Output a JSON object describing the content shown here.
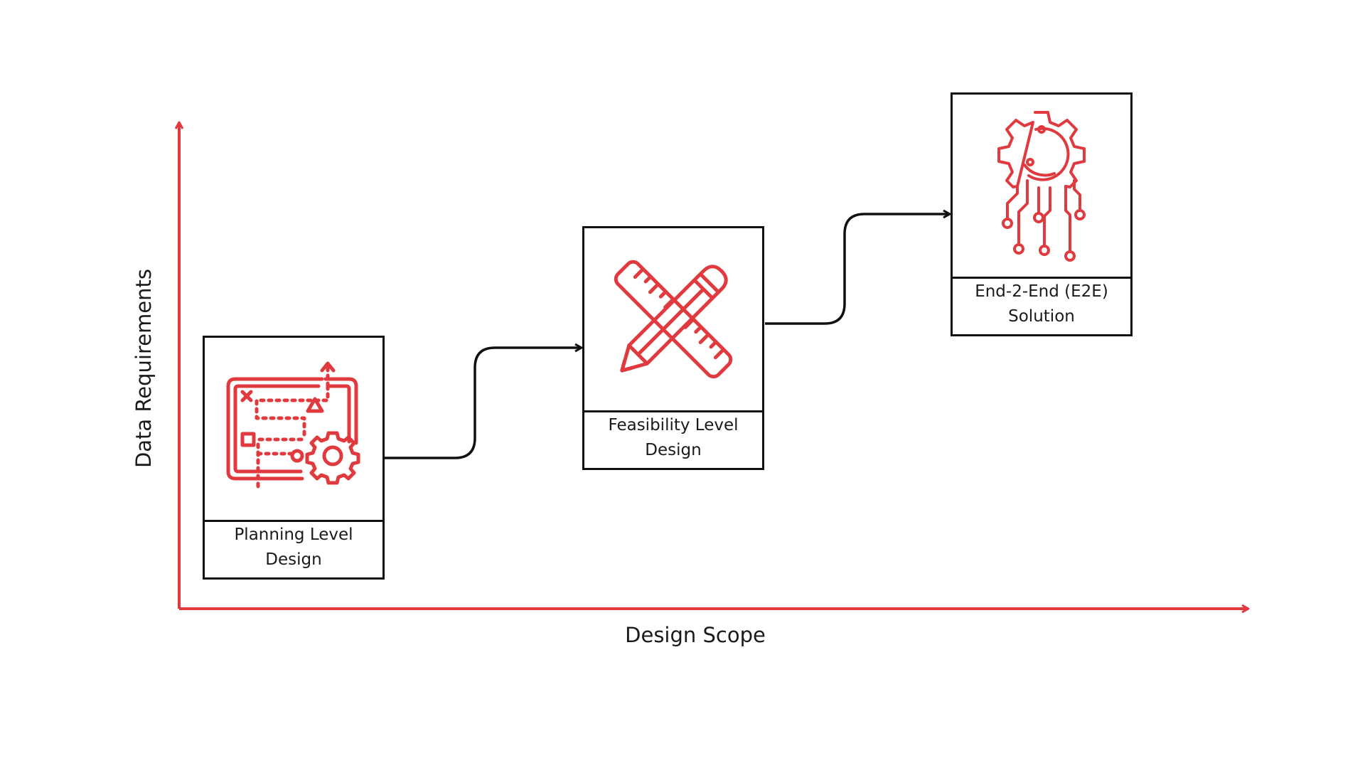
{
  "colors": {
    "accent": "#e03a3e",
    "outline": "#111111",
    "text": "#1a1a1a",
    "background": "#ffffff"
  },
  "axes": {
    "x_label": "Design Scope",
    "y_label": "Data Requirements"
  },
  "stages": [
    {
      "label": "Planning Level\nDesign",
      "icon": "roadmap-gear-icon"
    },
    {
      "label": "Feasibility Level\nDesign",
      "icon": "pencil-ruler-icon"
    },
    {
      "label": "End-2-End (E2E)\nSolution",
      "icon": "gear-circuit-icon"
    }
  ]
}
